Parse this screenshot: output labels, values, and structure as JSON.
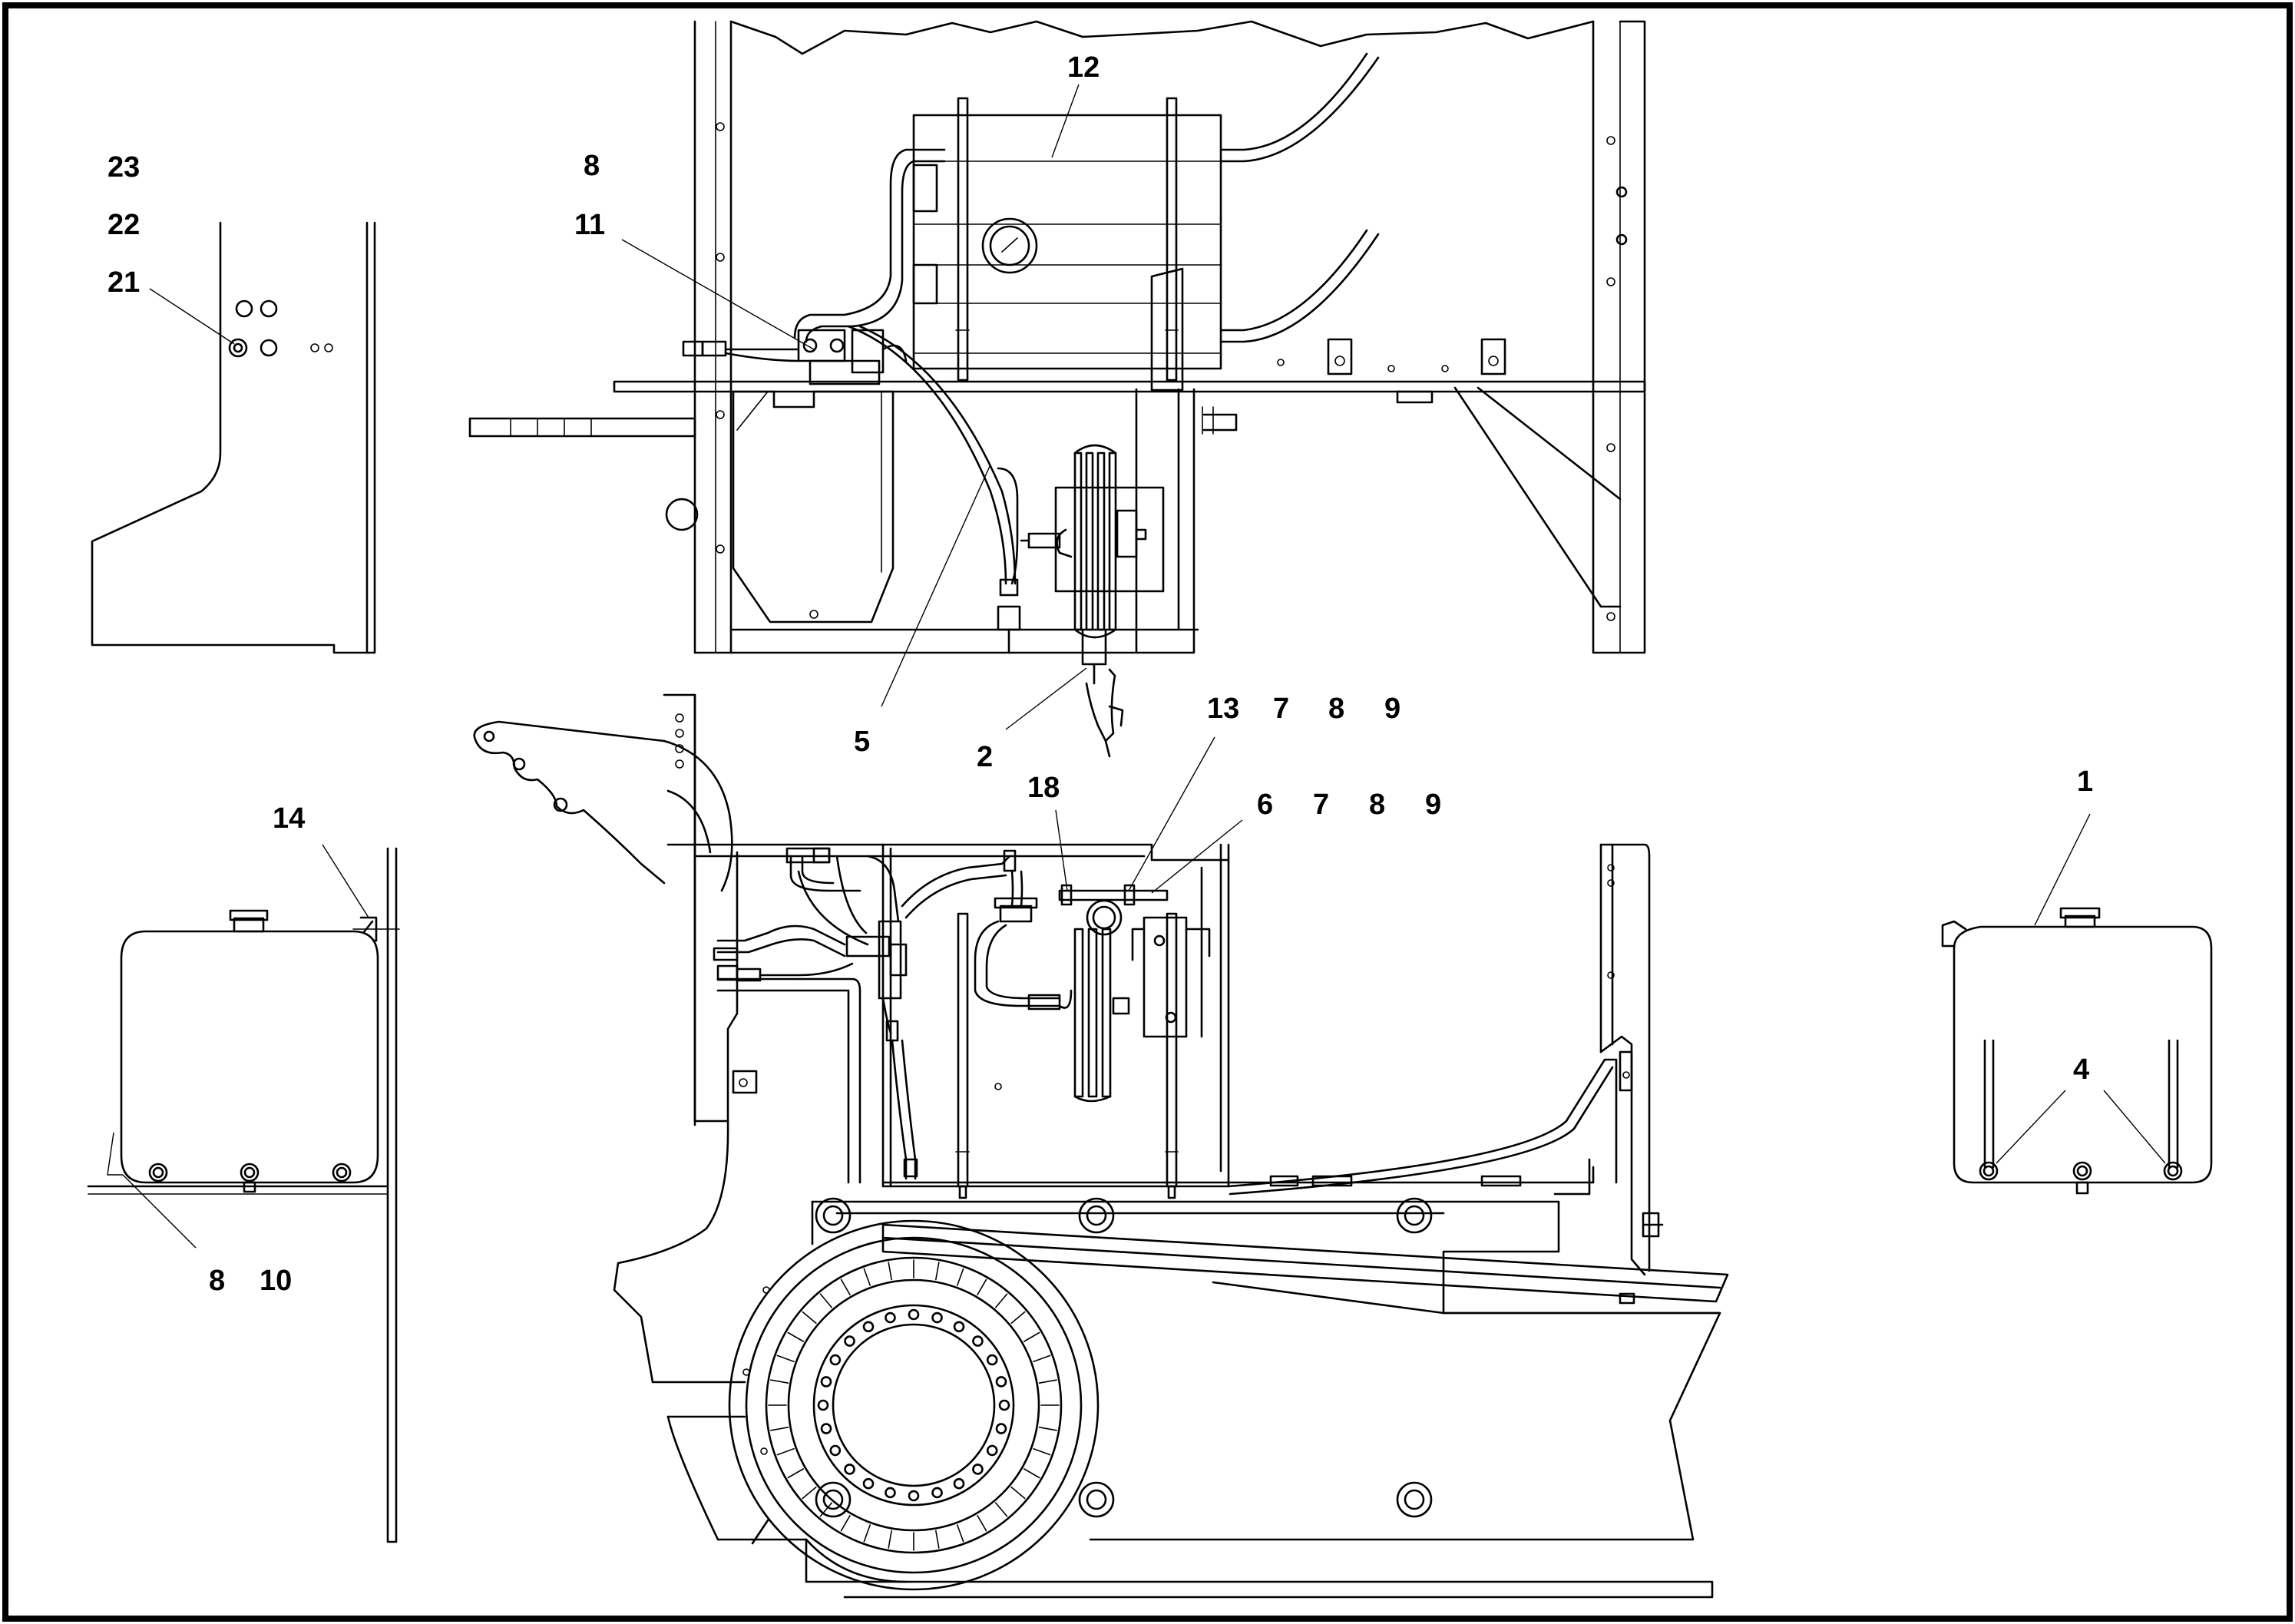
{
  "callouts": {
    "c1": "1",
    "c2": "2",
    "c4": "4",
    "c5": "5",
    "c6": "6",
    "c7a": "7",
    "c7b": "7",
    "c8a": "8",
    "c8b": "8",
    "c8c": "8",
    "c8d": "8",
    "c9a": "9",
    "c9b": "9",
    "c10": "10",
    "c11": "11",
    "c12": "12",
    "c13": "13",
    "c14": "14",
    "c18": "18",
    "c21": "21",
    "c22": "22",
    "c23": "23"
  }
}
